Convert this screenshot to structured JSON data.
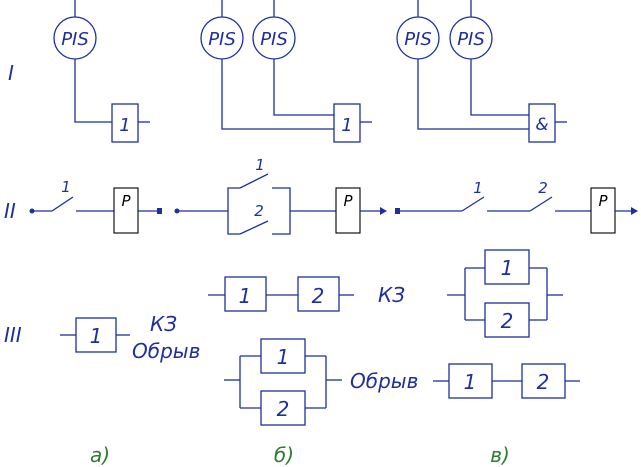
{
  "row_labels": [
    "I",
    "II",
    "III"
  ],
  "column_labels": [
    "а)",
    "б)",
    "в)"
  ],
  "sensor_label": "PIS",
  "gate_or": "1",
  "gate_and": "&",
  "relay_label": "P",
  "switch_labels": [
    "1",
    "1",
    "2",
    "1",
    "2"
  ],
  "element_labels": [
    "1",
    "1",
    "2",
    "1",
    "2",
    "1",
    "2",
    "1",
    "2"
  ],
  "failure_short": "КЗ",
  "failure_break": "Обрыв",
  "colors": {
    "line": "#1f2f9f",
    "relay_box": "#000000",
    "caption": "#2e7d32"
  }
}
